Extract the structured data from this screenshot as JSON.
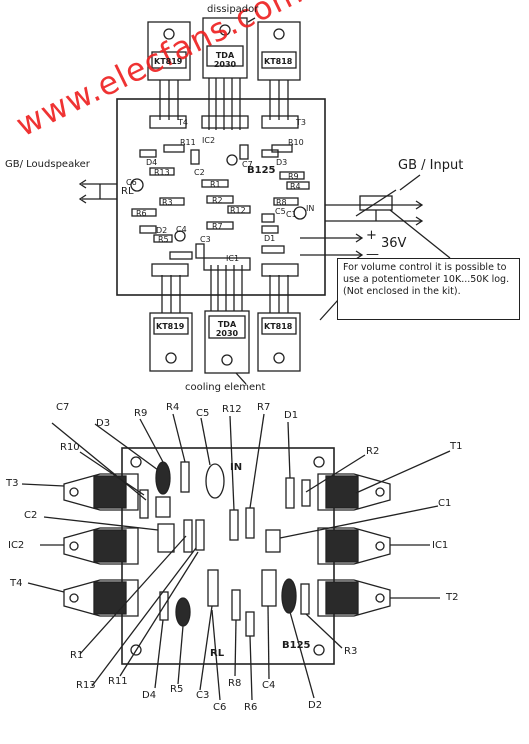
{
  "top_diagram": {
    "heat_sink_label": "dissipador",
    "cooling_label": "cooling element",
    "board_label": "B125",
    "output_label": "GB/ Loudspeaker",
    "input_label": "GB / Input",
    "load_label": "RL",
    "supply_label": "36V",
    "plus_sign": "+",
    "minus_sign": "—",
    "in_label": "IN",
    "volume_note": "For volume control it is possible to use a potentiometer 10K...50K log. (Not enclosed in the kit).",
    "top_devices": [
      "KT819",
      "TDA 2030",
      "KT818"
    ],
    "bottom_devices": [
      "KT819",
      "TDA 2030",
      "KT818"
    ],
    "ref_labels": [
      "T4",
      "T3",
      "R11",
      "R10",
      "D4",
      "D3",
      "C2",
      "C7",
      "R13",
      "R9",
      "R4",
      "R3",
      "R1",
      "R2",
      "R12",
      "R6",
      "R5",
      "R8",
      "R7",
      "C5",
      "C4",
      "C3",
      "C6",
      "D2",
      "D1",
      "C1",
      "IC2",
      "IC1"
    ]
  },
  "bottom_diagram": {
    "board_label": "B125",
    "in_label": "IN",
    "load_label": "RL",
    "callouts": {
      "C7": "C7",
      "D3": "D3",
      "R9": "R9",
      "R4": "R4",
      "C5": "C5",
      "R12": "R12",
      "R7": "R7",
      "D1": "D1",
      "R10": "R10",
      "R2": "R2",
      "T1": "T1",
      "T3": "T3",
      "C2": "C2",
      "C1": "C1",
      "IC2": "IC2",
      "IC1": "IC1",
      "T4": "T4",
      "T2": "T2",
      "R1": "R1",
      "R3": "R3",
      "R13": "R13",
      "R11": "R11",
      "D4": "D4",
      "R5": "R5",
      "C3": "C3",
      "C6": "C6",
      "R8": "R8",
      "C4": "C4",
      "R6": "R6",
      "D2": "D2"
    }
  },
  "watermark": "www.elecfans.com"
}
